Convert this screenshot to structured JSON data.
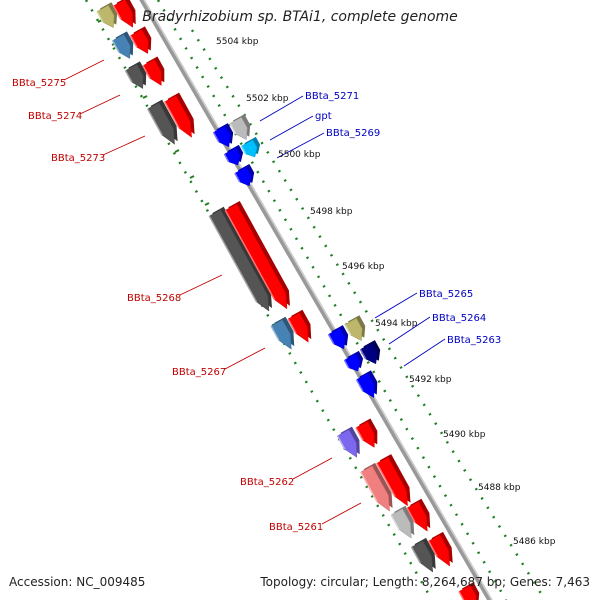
{
  "title": "Bradyrhizobium sp. BTAi1, complete genome",
  "footer": {
    "accession": "Accession: NC_009485",
    "topology": "Topology: circular; Length: 8,264,687 bp; Genes: 7,463"
  },
  "kbp_labels": [
    "5504 kbp",
    "5502 kbp",
    "5500 kbp",
    "5498 kbp",
    "5496 kbp",
    "5494 kbp",
    "5492 kbp",
    "5490 kbp",
    "5488 kbp",
    "5486 kbp"
  ],
  "left_genes": [
    "BBta_5275",
    "BBta_5274",
    "BBta_5273",
    "BBta_5268",
    "BBta_5267",
    "BBta_5262",
    "BBta_5261"
  ],
  "right_genes": [
    "BBta_5271",
    "gpt",
    "BBta_5269",
    "BBta_5265",
    "BBta_5264",
    "BBta_5263"
  ],
  "colors": {
    "red": "#ff0000",
    "grey": "#555555",
    "lightgrey": "#bbbbbb",
    "steelblue": "#4682b4",
    "khaki": "#bdb76b",
    "blue": "#0000ff",
    "navy": "#000080",
    "cyan": "#00bfff",
    "purple": "#7b68ee",
    "pink": "#f08080",
    "label_left": "#c00000",
    "label_right": "#0000c0",
    "tick_green": "#208020"
  }
}
